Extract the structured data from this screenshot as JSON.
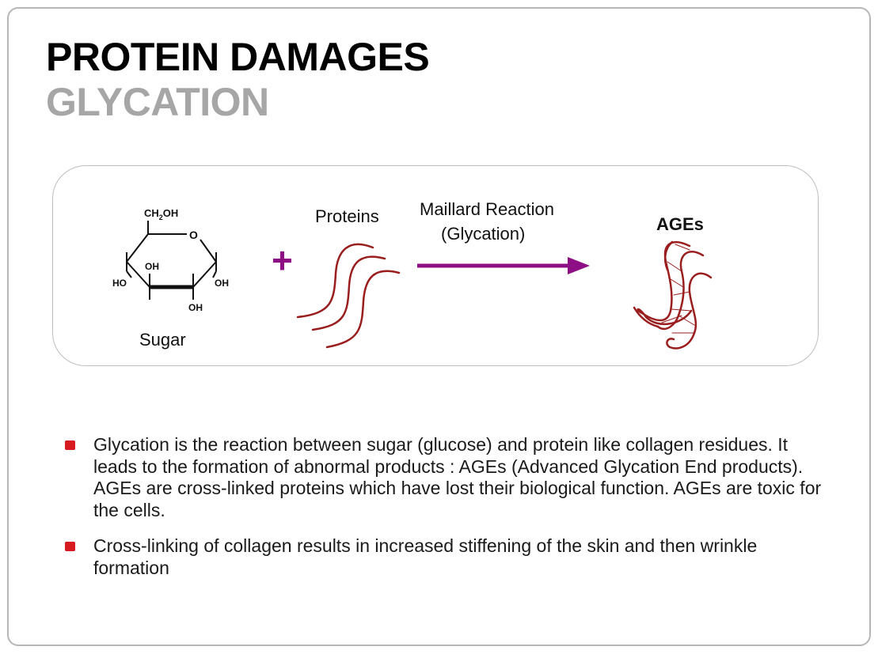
{
  "slide": {
    "title": "PROTEIN DAMAGES",
    "subtitle": "GLYCATION"
  },
  "diagram": {
    "sugar_label": "Sugar",
    "sugar_structure": {
      "ch2oh": "CH",
      "ch2oh_sub": "2",
      "ch2oh_tail": "OH",
      "ring_o": "O",
      "oh_top": "OH",
      "ho_left": "HO",
      "oh_right": "OH",
      "oh_bottom": "OH"
    },
    "plus_sign": "+",
    "proteins_label": "Proteins",
    "reaction_label_line1": "Maillard Reaction",
    "reaction_label_line2": "(Glycation)",
    "ages_label": "AGEs",
    "colors": {
      "plus": "#8e0f83",
      "arrow": "#8e0f83",
      "protein_strand": "#9a1e1e",
      "bullet": "#d71920"
    }
  },
  "bullets": [
    "Glycation is the reaction between sugar (glucose) and protein like collagen residues. It leads to the formation of abnormal products : AGEs (Advanced Glycation End products). AGEs are cross-linked proteins which have lost their biological function. AGEs are toxic for the cells.",
    "Cross-linking of collagen results in increased stiffening of the skin and then wrinkle formation"
  ]
}
